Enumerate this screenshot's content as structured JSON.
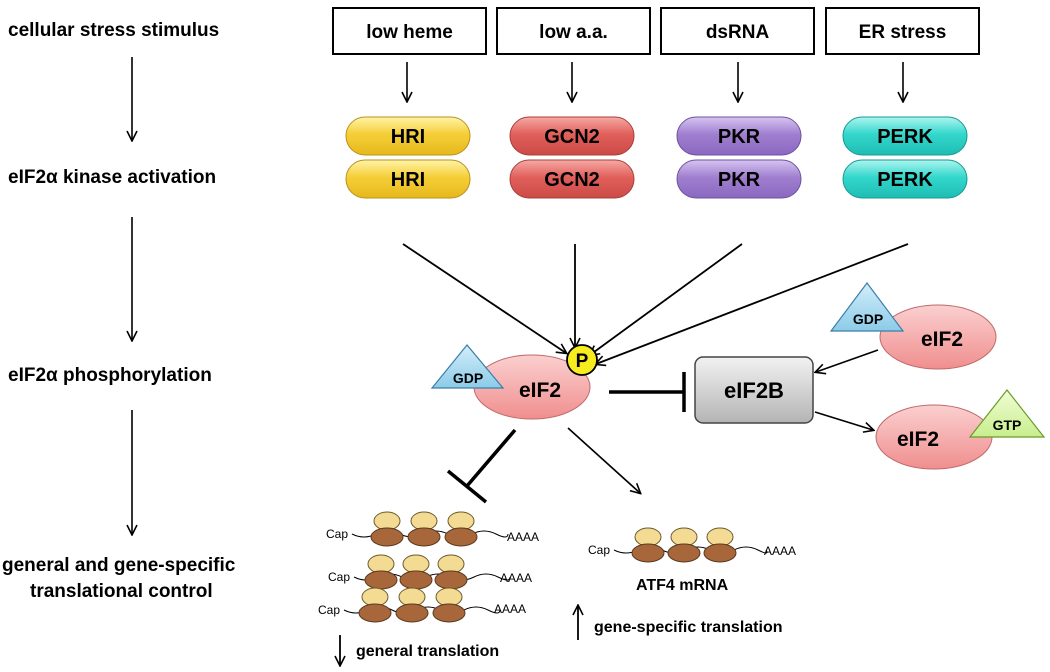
{
  "steps": {
    "stimulus": "cellular stress stimulus",
    "activation": "eIF2α kinase activation",
    "phosphorylation": "eIF2α phosphorylation",
    "control_line1": "general and gene-specific",
    "control_line2": "translational control"
  },
  "stimuli": [
    "low heme",
    "low a.a.",
    "dsRNA",
    "ER stress"
  ],
  "kinases": {
    "hri": "HRI",
    "gcn2": "GCN2",
    "pkr": "PKR",
    "perk": "PERK"
  },
  "colors": {
    "hri": "#f5cf38",
    "gcn2": "#e1605b",
    "pkr": "#a07fd0",
    "perk": "#33d7cc",
    "eif2": "#f6a3a3",
    "gdp": "#9fd3ec",
    "gtp": "#d9f5a6",
    "phospho": "#f7ec1e",
    "eif2b": "#c8c8c8",
    "ribosome_small": "#f4db94",
    "ribosome_large": "#a7673a"
  },
  "molecules": {
    "eif2": "eIF2",
    "eif2b": "eIF2B",
    "gdp": "GDP",
    "gtp": "GTP",
    "phospho": "P"
  },
  "mrna": {
    "cap": "Cap",
    "polya": "AAAA",
    "atf4": "ATF4 mRNA"
  },
  "outcomes": {
    "general": "general translation",
    "specific": "gene-specific translation"
  },
  "icons": {
    "arrow": "arrow-icon",
    "inhibit": "inhibition-bar-icon",
    "ribosome": "ribosome-icon"
  }
}
